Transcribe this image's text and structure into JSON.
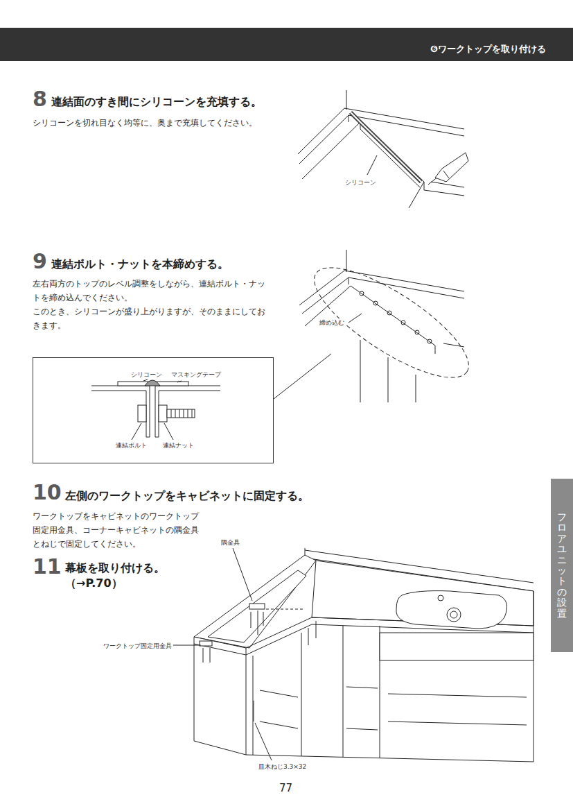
{
  "diagram": {
    "title": "❻ワークトップを取り付ける",
    "nodes": [
      {
        "text": [
          "シリコーン",
          "マスキングテープ",
          "連結ボルト",
          "連結ナット"
        ]
      },
      {
        "text": [
          "フロアユニットの設置"
        ]
      }
    ],
    "labels": [
      "8",
      "連結面のすき間にシリコーンを充填する。",
      "シリコーンを切れ目なく均等に、奥まで充填してください。",
      "シリコーン",
      "9",
      "連結ボルト・ナットを本締めする。",
      "左右両方のトップのレベル調整をしながら、連結ボルト・ナットを締め込んでください。",
      "このとき、シリコーンが盛り上がりますが、そのままにしておきます。",
      "締め込む",
      "10",
      "左側のワークトップをキャビネットに固定する。",
      "ワークトップをキャビネットのワークトップ固定用金具、コーナーキャビネットの隅金具とねじで固定してください。",
      "11",
      "幕板を取り付ける。",
      "（→P.70）",
      "隅金具",
      "ワークトップ固定用金具",
      "皿木ねじ3.3×32",
      "77"
    ]
  }
}
